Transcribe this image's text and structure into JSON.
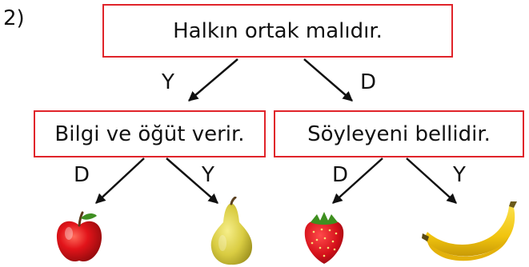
{
  "question_number": "2)",
  "nodes": {
    "root": "Halkın ortak malıdır.",
    "left": "Bilgi ve öğüt verir.",
    "right": "Söyleyeni bellidir."
  },
  "edge_labels": {
    "root_left": "Y",
    "root_right": "D",
    "left_left": "D",
    "left_right": "Y",
    "right_left": "D",
    "right_right": "Y"
  },
  "leaves": [
    "apple-icon",
    "pear-icon",
    "strawberry-icon",
    "banana-icon"
  ],
  "colors": {
    "box_border": "#e0242a",
    "text": "#111111",
    "arrow": "#111111"
  }
}
